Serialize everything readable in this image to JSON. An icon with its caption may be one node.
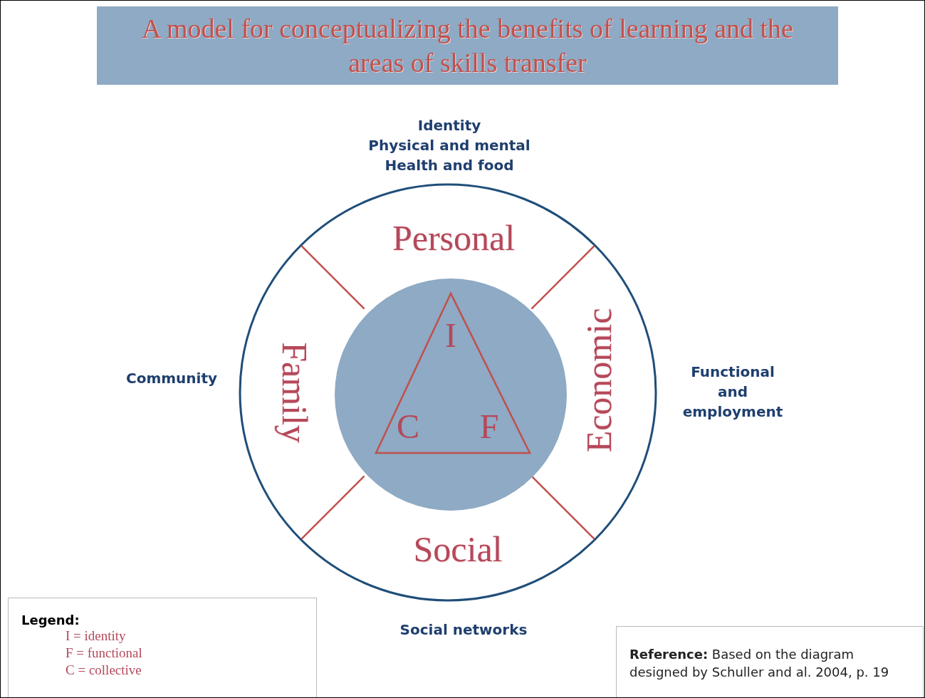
{
  "diagram": {
    "title": "A model for conceptualizing the benefits of learning and the areas of skills transfer",
    "nodes": [
      {
        "text": [
          "Personal"
        ],
        "beside": [
          "Identity",
          "Physical and mental Health and food"
        ]
      },
      {
        "text": [
          "Family"
        ]
      },
      {
        "text": [],
        "shape": "circle"
      },
      {
        "text": [
          "I",
          "C",
          "F"
        ],
        "in": 2
      },
      {
        "text": [
          "Economic"
        ]
      },
      {
        "text": [
          "Social"
        ]
      }
    ],
    "edges": [],
    "labels": [
      "Community",
      "Functional and employment",
      "Social networks",
      "Legend:",
      "I = identity",
      "F = functional",
      "C = collective",
      "**Reference:** Based on the diagram designed by Schuller and al. 2004, p. 19"
    ]
  }
}
